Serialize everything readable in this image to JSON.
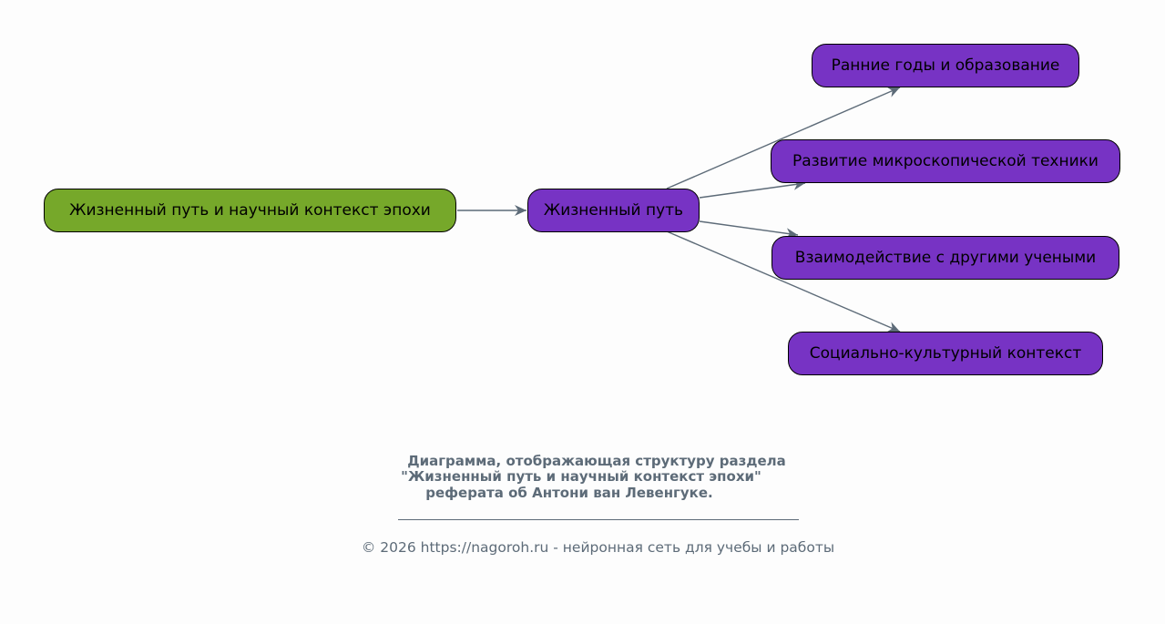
{
  "diagram": {
    "root": "Жизненный путь и научный контекст эпохи",
    "middle": "Жизненный путь",
    "children": [
      "Ранние годы и образование",
      "Развитие микроскопической техники",
      "Взаимодействие с другими учеными",
      "Социально-культурный контекст"
    ],
    "colors": {
      "root": "#76a82a",
      "node": "#7733c4",
      "edge": "#5d6b78"
    }
  },
  "caption": {
    "lines": [
      "Диаграмма, отображающая структуру раздела",
      "\"Жизненный путь и научный контекст эпохи\"",
      "реферата об Антони ван Левенгуке."
    ]
  },
  "footer": "© 2026 https://nagoroh.ru - нейронная сеть для учебы и работы"
}
